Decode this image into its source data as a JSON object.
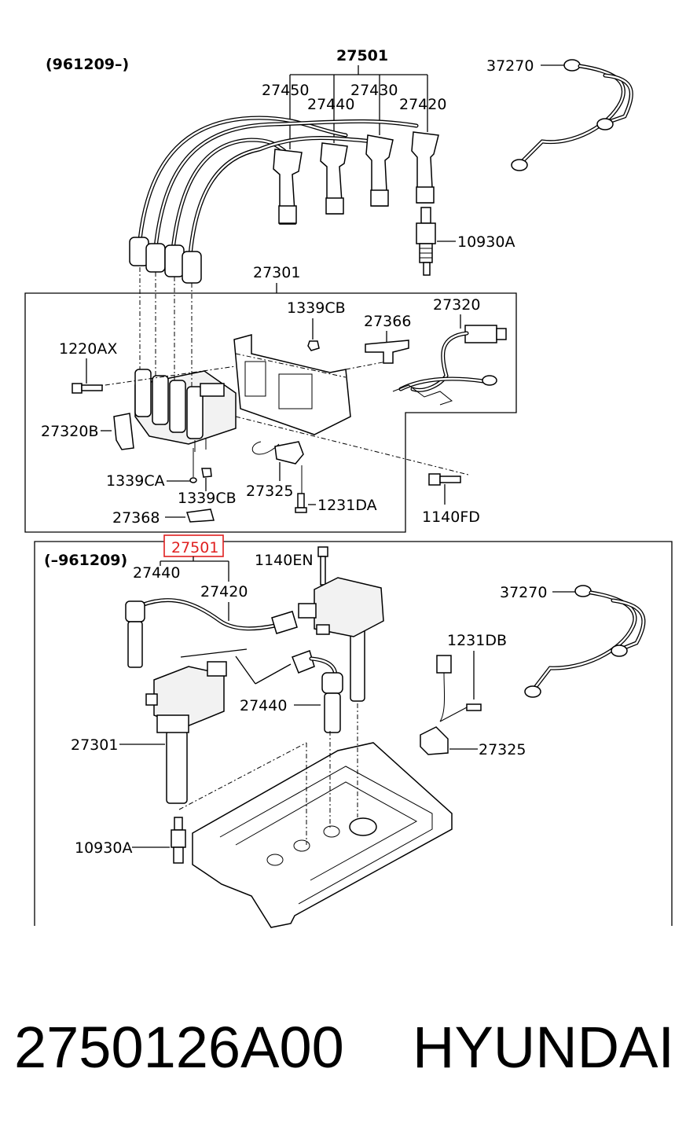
{
  "upper_group": {
    "date_range": "(961209–)",
    "labels": {
      "wire_set": "27501",
      "wire_1": "27450",
      "wire_2": "27440",
      "wire_3": "27430",
      "wire_4": "27420",
      "ground_cable": "37270",
      "spark_plug": "10930A",
      "ignition_coil": "27301",
      "nut": "1339CB",
      "bracket": "27366",
      "coil_harness": "27320",
      "bolt": "1220AX",
      "coil_bracket": "27320B",
      "washer": "1339CA",
      "nut_2": "1339CB",
      "condenser": "27325",
      "screw": "1231DA",
      "bolt_2": "1140FD",
      "clip": "27368"
    }
  },
  "lower_group": {
    "date_range": "(–961209)",
    "labels": {
      "wire_set_highlighted": "27501",
      "bolt": "1140EN",
      "wire_a": "27440",
      "wire_b": "27420",
      "ground_cable": "37270",
      "screw": "1231DB",
      "wire_c": "27440",
      "ignition_coil": "27301",
      "condenser": "27325",
      "spark_plug": "10930A"
    },
    "highlight_color": "#e02020"
  },
  "footer": {
    "part_number": "2750126A00",
    "brand": "HYUNDAI"
  }
}
